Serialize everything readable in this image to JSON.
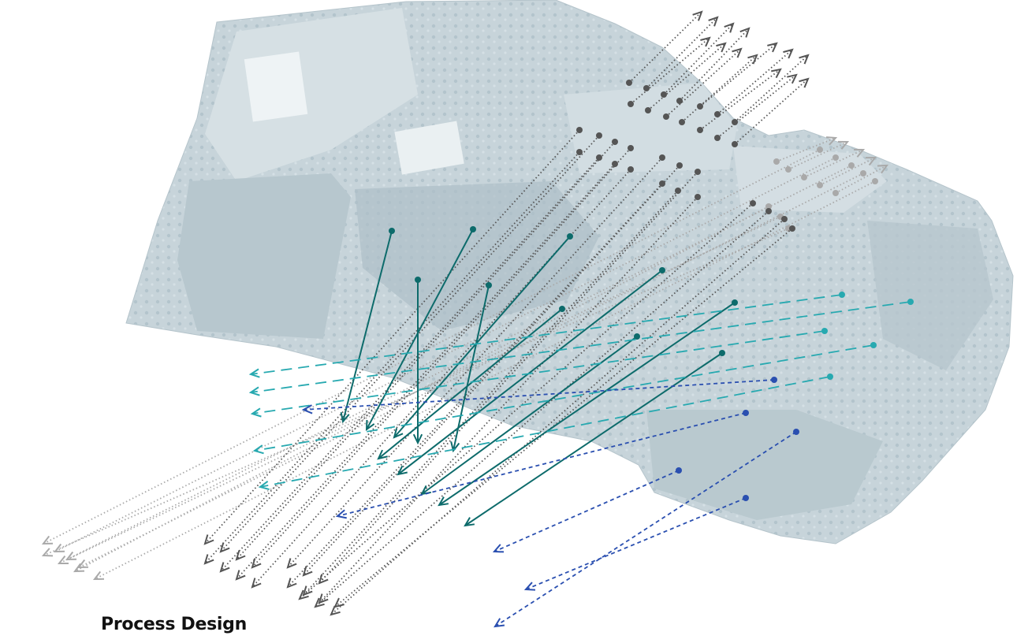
{
  "caption": "Process Design",
  "flow_styles": {
    "grey_dotted": {
      "color": "#555555",
      "pattern": "dotted"
    },
    "light_dotted": {
      "color": "#a9a9a9",
      "pattern": "dotted"
    },
    "teal_solid": {
      "color": "#0d6b6b",
      "pattern": "solid"
    },
    "cyan_dashed": {
      "color": "#27a9b0",
      "pattern": "long-dash"
    },
    "blue_dashed": {
      "color": "#2a4fb0",
      "pattern": "short-dash"
    }
  },
  "site_colors": {
    "base": "#c9d6dc",
    "shade": "#aebfc7",
    "roof": "#eaf0f2"
  }
}
